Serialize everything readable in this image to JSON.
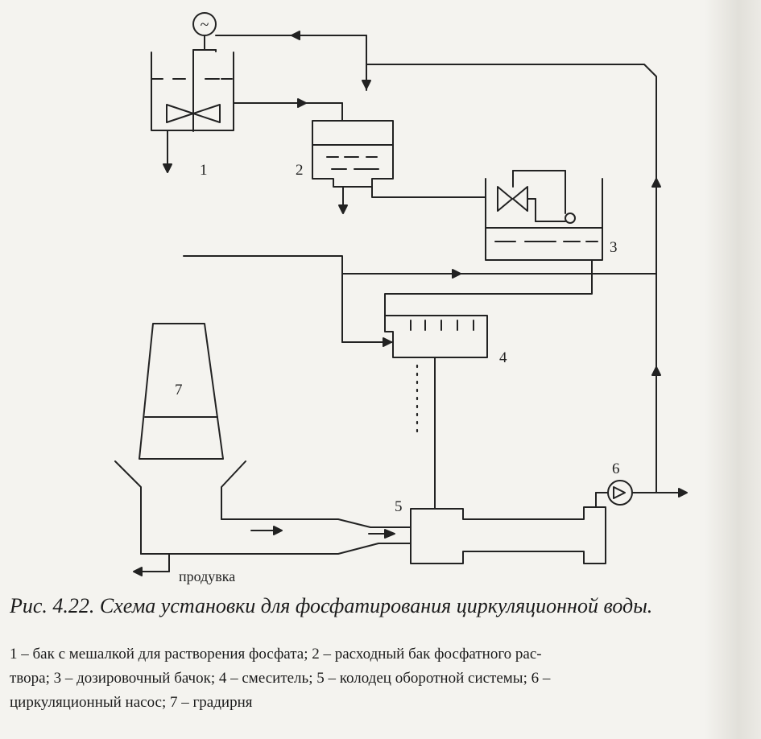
{
  "diagram": {
    "labels": {
      "tank1": "1",
      "tank2": "2",
      "tank3": "3",
      "mixer4": "4",
      "well5": "5",
      "pump6": "6",
      "tower7": "7",
      "blowdown": "продувка"
    },
    "motor_symbol": "~"
  },
  "caption": "Рис. 4.22. Схема установки для фосфатирования циркуляционной воды.",
  "legend": {
    "line1": "1 – бак с мешалкой для растворения фосфата; 2 – расходный бак фосфатного рас-",
    "line2": "твора; 3 – дозировочный бачок; 4 – смеситель; 5 – колодец оборотной системы; 6 –",
    "line3": "циркуляционный насос; 7 – градирня"
  }
}
